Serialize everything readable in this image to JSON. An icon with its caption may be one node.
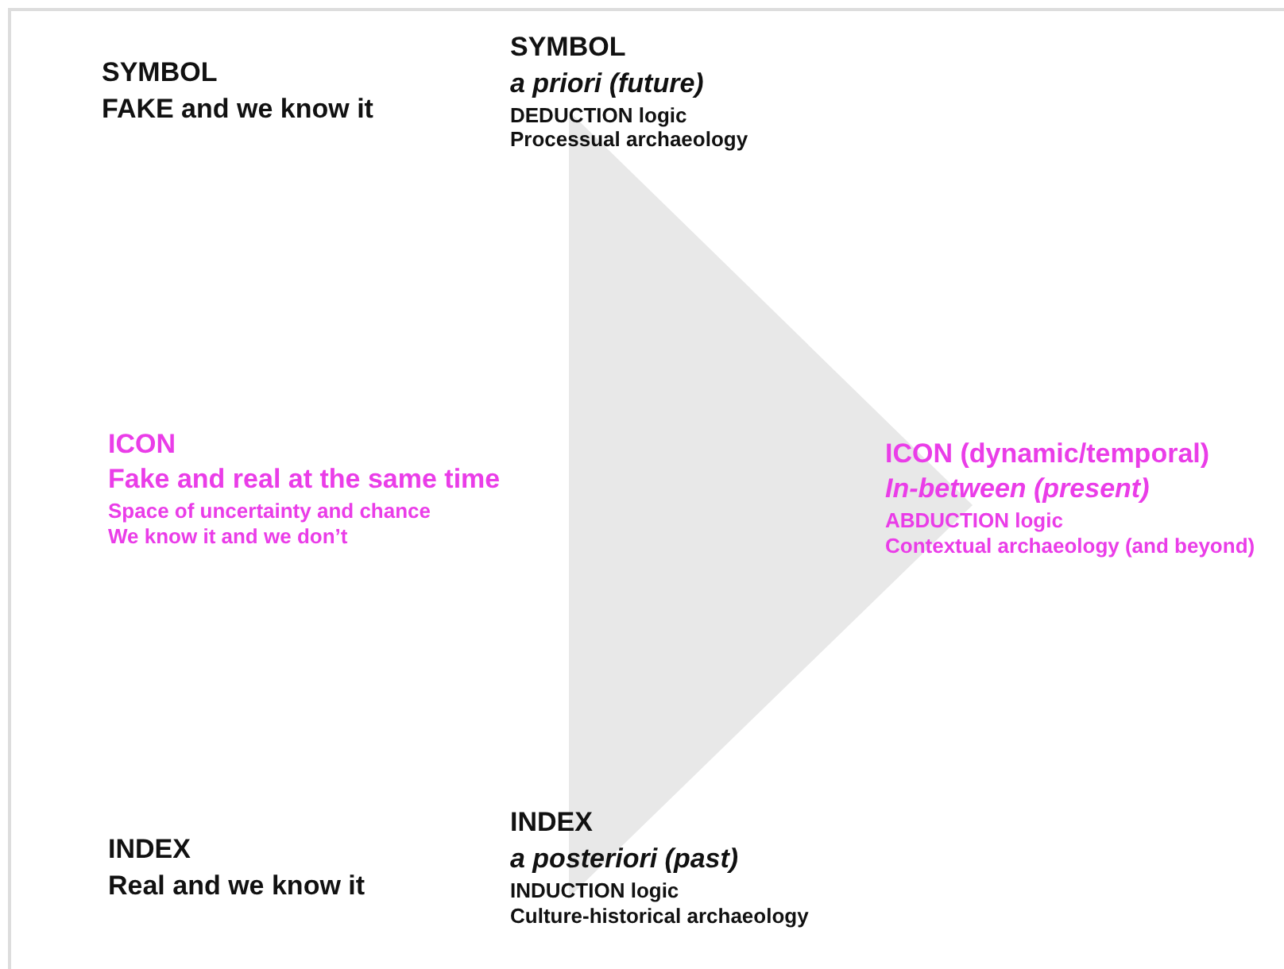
{
  "diagram": {
    "nodes": [
      {
        "text": [],
        "shape": "triangle"
      }
    ],
    "labels": [
      "SYMBOL",
      "FAKE and we know it",
      "SYMBOL",
      "a priori (future)",
      "DEDUCTION logic",
      "Processual archaeology",
      "ICON",
      "Fake and real at the same time",
      "Space of uncertainty and chance",
      "We know it and we don’t",
      "ICON (dynamic/temporal)",
      "In-between (present)",
      "ABDUCTION logic",
      "Contextual archaeology (and beyond)",
      "INDEX",
      "Real and we know it",
      "INDEX",
      "a posteriori (past)",
      "INDUCTION logic",
      "Culture-historical archaeology"
    ]
  }
}
